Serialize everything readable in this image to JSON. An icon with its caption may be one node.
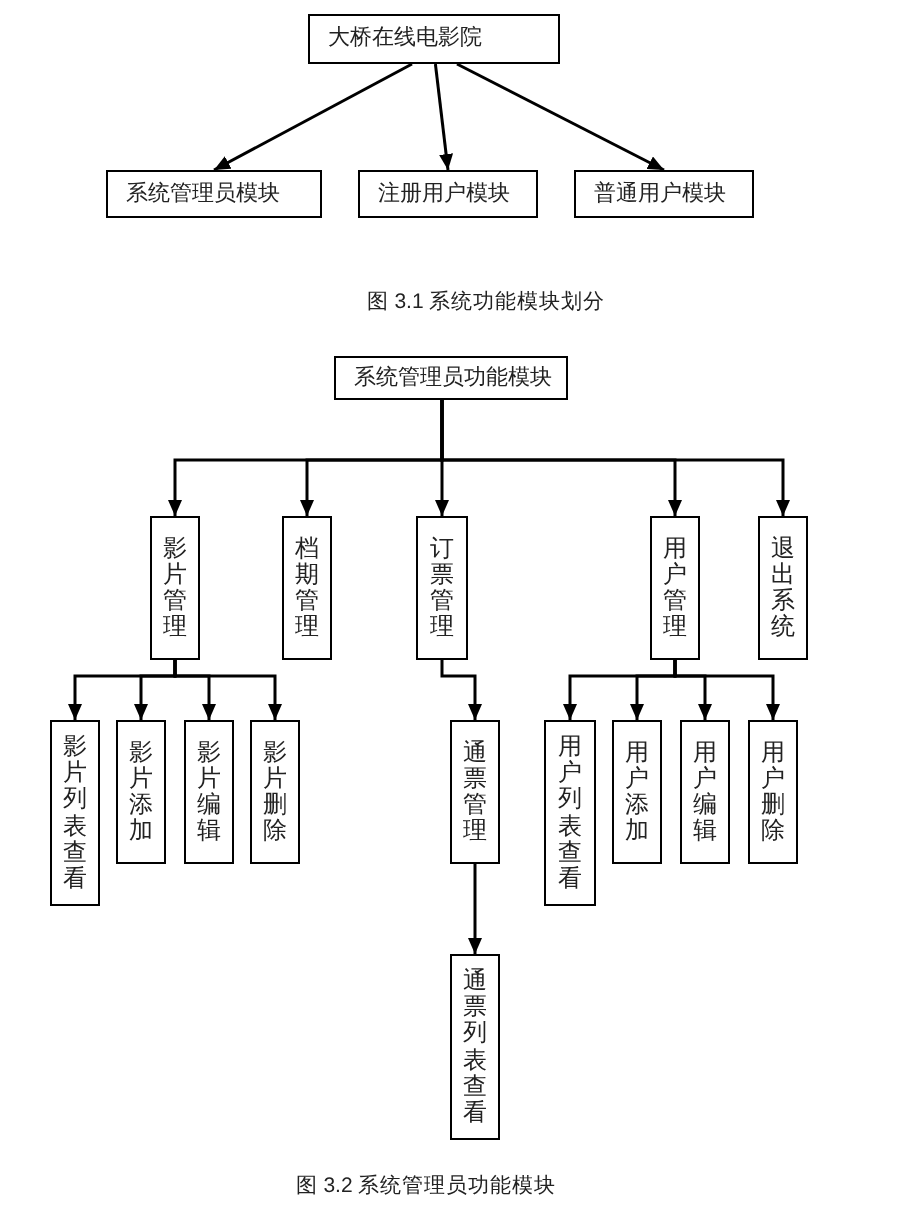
{
  "diagram": {
    "caption": "图 3.2 系统管理员功能模块",
    "nodes": [
      {
        "text": [
          "大桥在线电影院"
        ]
      },
      {
        "text": [
          "系统管理员模块"
        ]
      },
      {
        "text": [
          "注册用户模块"
        ]
      },
      {
        "text": [
          "普通用户模块"
        ]
      },
      {
        "text": [
          "系统管理员功能模块"
        ]
      },
      {
        "text": [
          "影片管理"
        ]
      },
      {
        "text": [
          "档期管理"
        ]
      },
      {
        "text": [
          "订票管理"
        ]
      },
      {
        "text": [
          "用户管理"
        ]
      },
      {
        "text": [
          "退出系统"
        ]
      },
      {
        "text": [
          "影片列表查看"
        ]
      },
      {
        "text": [
          "影片添加"
        ]
      },
      {
        "text": [
          "影片编辑"
        ]
      },
      {
        "text": [
          "影片删除"
        ]
      },
      {
        "text": [
          "通票管理"
        ]
      },
      {
        "text": [
          "用户列表查看"
        ]
      },
      {
        "text": [
          "用户添加"
        ]
      },
      {
        "text": [
          "用户编辑"
        ]
      },
      {
        "text": [
          "用户删除"
        ]
      },
      {
        "text": [
          "通票列表查看"
        ]
      }
    ],
    "edges": [
      {
        "from": 0,
        "to": 1,
        "arrow": "to"
      },
      {
        "from": 0,
        "to": 2,
        "arrow": "to"
      },
      {
        "from": 0,
        "to": 3,
        "arrow": "to"
      },
      {
        "from": 4,
        "to": 5,
        "arrow": "to"
      },
      {
        "from": 4,
        "to": 6,
        "arrow": "to"
      },
      {
        "from": 4,
        "to": 7,
        "arrow": "to"
      },
      {
        "from": 4,
        "to": 8,
        "arrow": "to"
      },
      {
        "from": 4,
        "to": 9,
        "arrow": "to"
      },
      {
        "from": 5,
        "to": 10,
        "arrow": "to"
      },
      {
        "from": 5,
        "to": 11,
        "arrow": "to"
      },
      {
        "from": 5,
        "to": 12,
        "arrow": "to"
      },
      {
        "from": 5,
        "to": 13,
        "arrow": "to"
      },
      {
        "from": 7,
        "to": 14,
        "arrow": "to"
      },
      {
        "from": 8,
        "to": 15,
        "arrow": "to"
      },
      {
        "from": 8,
        "to": 16,
        "arrow": "to"
      },
      {
        "from": 8,
        "to": 17,
        "arrow": "to"
      },
      {
        "from": 8,
        "to": 18,
        "arrow": "to"
      },
      {
        "from": 14,
        "to": 19,
        "arrow": "to"
      }
    ],
    "labels": [
      "图 3.1 系统功能模块划分"
    ]
  }
}
